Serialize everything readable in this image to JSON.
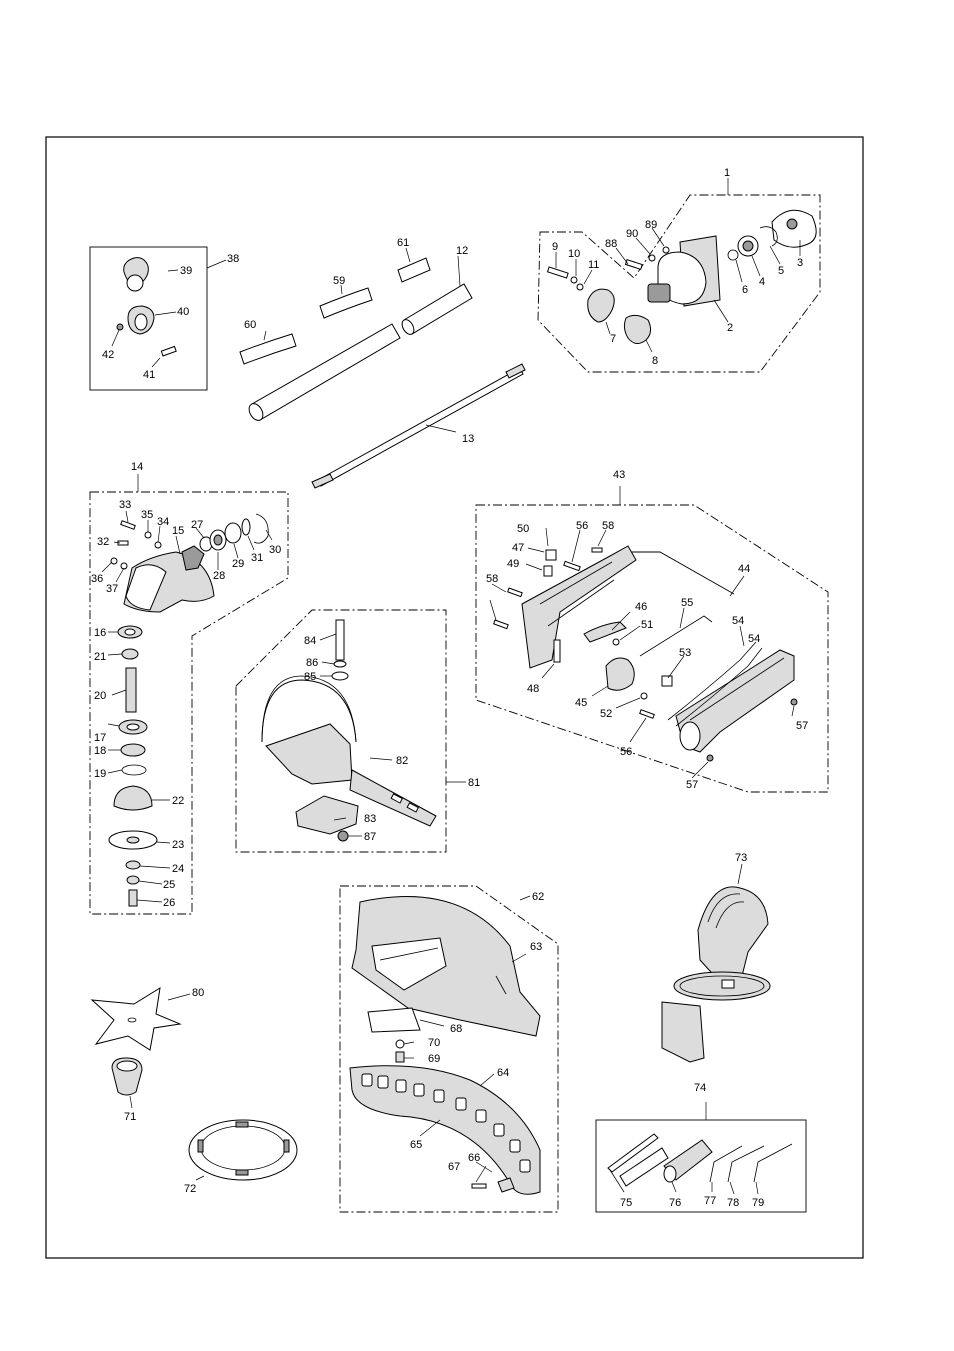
{
  "colors": {
    "ink": "#000000",
    "paper": "#ffffff",
    "shade": "#dcdcdc"
  },
  "part_numbers": [
    {
      "id": "p1",
      "text": "1"
    },
    {
      "id": "p2",
      "text": "2"
    },
    {
      "id": "p3",
      "text": "3"
    },
    {
      "id": "p4",
      "text": "4"
    },
    {
      "id": "p5",
      "text": "5"
    },
    {
      "id": "p6",
      "text": "6"
    },
    {
      "id": "p7",
      "text": "7"
    },
    {
      "id": "p8",
      "text": "8"
    },
    {
      "id": "p9",
      "text": "9"
    },
    {
      "id": "p10",
      "text": "10"
    },
    {
      "id": "p11",
      "text": "11"
    },
    {
      "id": "p12",
      "text": "12"
    },
    {
      "id": "p13",
      "text": "13"
    },
    {
      "id": "p14",
      "text": "14"
    },
    {
      "id": "p15",
      "text": "15"
    },
    {
      "id": "p16",
      "text": "16"
    },
    {
      "id": "p17",
      "text": "17"
    },
    {
      "id": "p18",
      "text": "18"
    },
    {
      "id": "p19",
      "text": "19"
    },
    {
      "id": "p20",
      "text": "20"
    },
    {
      "id": "p21",
      "text": "21"
    },
    {
      "id": "p22",
      "text": "22"
    },
    {
      "id": "p23",
      "text": "23"
    },
    {
      "id": "p24",
      "text": "24"
    },
    {
      "id": "p25",
      "text": "25"
    },
    {
      "id": "p26",
      "text": "26"
    },
    {
      "id": "p27",
      "text": "27"
    },
    {
      "id": "p28",
      "text": "28"
    },
    {
      "id": "p29",
      "text": "29"
    },
    {
      "id": "p30",
      "text": "30"
    },
    {
      "id": "p31",
      "text": "31"
    },
    {
      "id": "p32",
      "text": "32"
    },
    {
      "id": "p33",
      "text": "33"
    },
    {
      "id": "p34",
      "text": "34"
    },
    {
      "id": "p35",
      "text": "35"
    },
    {
      "id": "p36",
      "text": "36"
    },
    {
      "id": "p37",
      "text": "37"
    },
    {
      "id": "p38",
      "text": "38"
    },
    {
      "id": "p39",
      "text": "39"
    },
    {
      "id": "p40",
      "text": "40"
    },
    {
      "id": "p41",
      "text": "41"
    },
    {
      "id": "p42",
      "text": "42"
    },
    {
      "id": "p43",
      "text": "43"
    },
    {
      "id": "p44",
      "text": "44"
    },
    {
      "id": "p45",
      "text": "45"
    },
    {
      "id": "p46",
      "text": "46"
    },
    {
      "id": "p47",
      "text": "47"
    },
    {
      "id": "p48",
      "text": "48"
    },
    {
      "id": "p49",
      "text": "49"
    },
    {
      "id": "p50",
      "text": "50"
    },
    {
      "id": "p51",
      "text": "51"
    },
    {
      "id": "p52",
      "text": "52"
    },
    {
      "id": "p53",
      "text": "53"
    },
    {
      "id": "p54a",
      "text": "54"
    },
    {
      "id": "p54b",
      "text": "54"
    },
    {
      "id": "p55",
      "text": "55"
    },
    {
      "id": "p56a",
      "text": "56"
    },
    {
      "id": "p56b",
      "text": "56"
    },
    {
      "id": "p57a",
      "text": "57"
    },
    {
      "id": "p57b",
      "text": "57"
    },
    {
      "id": "p58a",
      "text": "58"
    },
    {
      "id": "p58b",
      "text": "58"
    },
    {
      "id": "p59",
      "text": "59"
    },
    {
      "id": "p60",
      "text": "60"
    },
    {
      "id": "p61",
      "text": "61"
    },
    {
      "id": "p62",
      "text": "62"
    },
    {
      "id": "p63",
      "text": "63"
    },
    {
      "id": "p64",
      "text": "64"
    },
    {
      "id": "p65",
      "text": "65"
    },
    {
      "id": "p66",
      "text": "66"
    },
    {
      "id": "p67",
      "text": "67"
    },
    {
      "id": "p68",
      "text": "68"
    },
    {
      "id": "p69",
      "text": "69"
    },
    {
      "id": "p70",
      "text": "70"
    },
    {
      "id": "p71",
      "text": "71"
    },
    {
      "id": "p72",
      "text": "72"
    },
    {
      "id": "p73",
      "text": "73"
    },
    {
      "id": "p74",
      "text": "74"
    },
    {
      "id": "p75",
      "text": "75"
    },
    {
      "id": "p76",
      "text": "76"
    },
    {
      "id": "p77",
      "text": "77"
    },
    {
      "id": "p78",
      "text": "78"
    },
    {
      "id": "p79",
      "text": "79"
    },
    {
      "id": "p80",
      "text": "80"
    },
    {
      "id": "p81",
      "text": "81"
    },
    {
      "id": "p82",
      "text": "82"
    },
    {
      "id": "p83",
      "text": "83"
    },
    {
      "id": "p84",
      "text": "84"
    },
    {
      "id": "p85",
      "text": "85"
    },
    {
      "id": "p86",
      "text": "86"
    },
    {
      "id": "p87",
      "text": "87"
    },
    {
      "id": "p88",
      "text": "88"
    },
    {
      "id": "p89",
      "text": "89"
    },
    {
      "id": "p90",
      "text": "90"
    }
  ]
}
